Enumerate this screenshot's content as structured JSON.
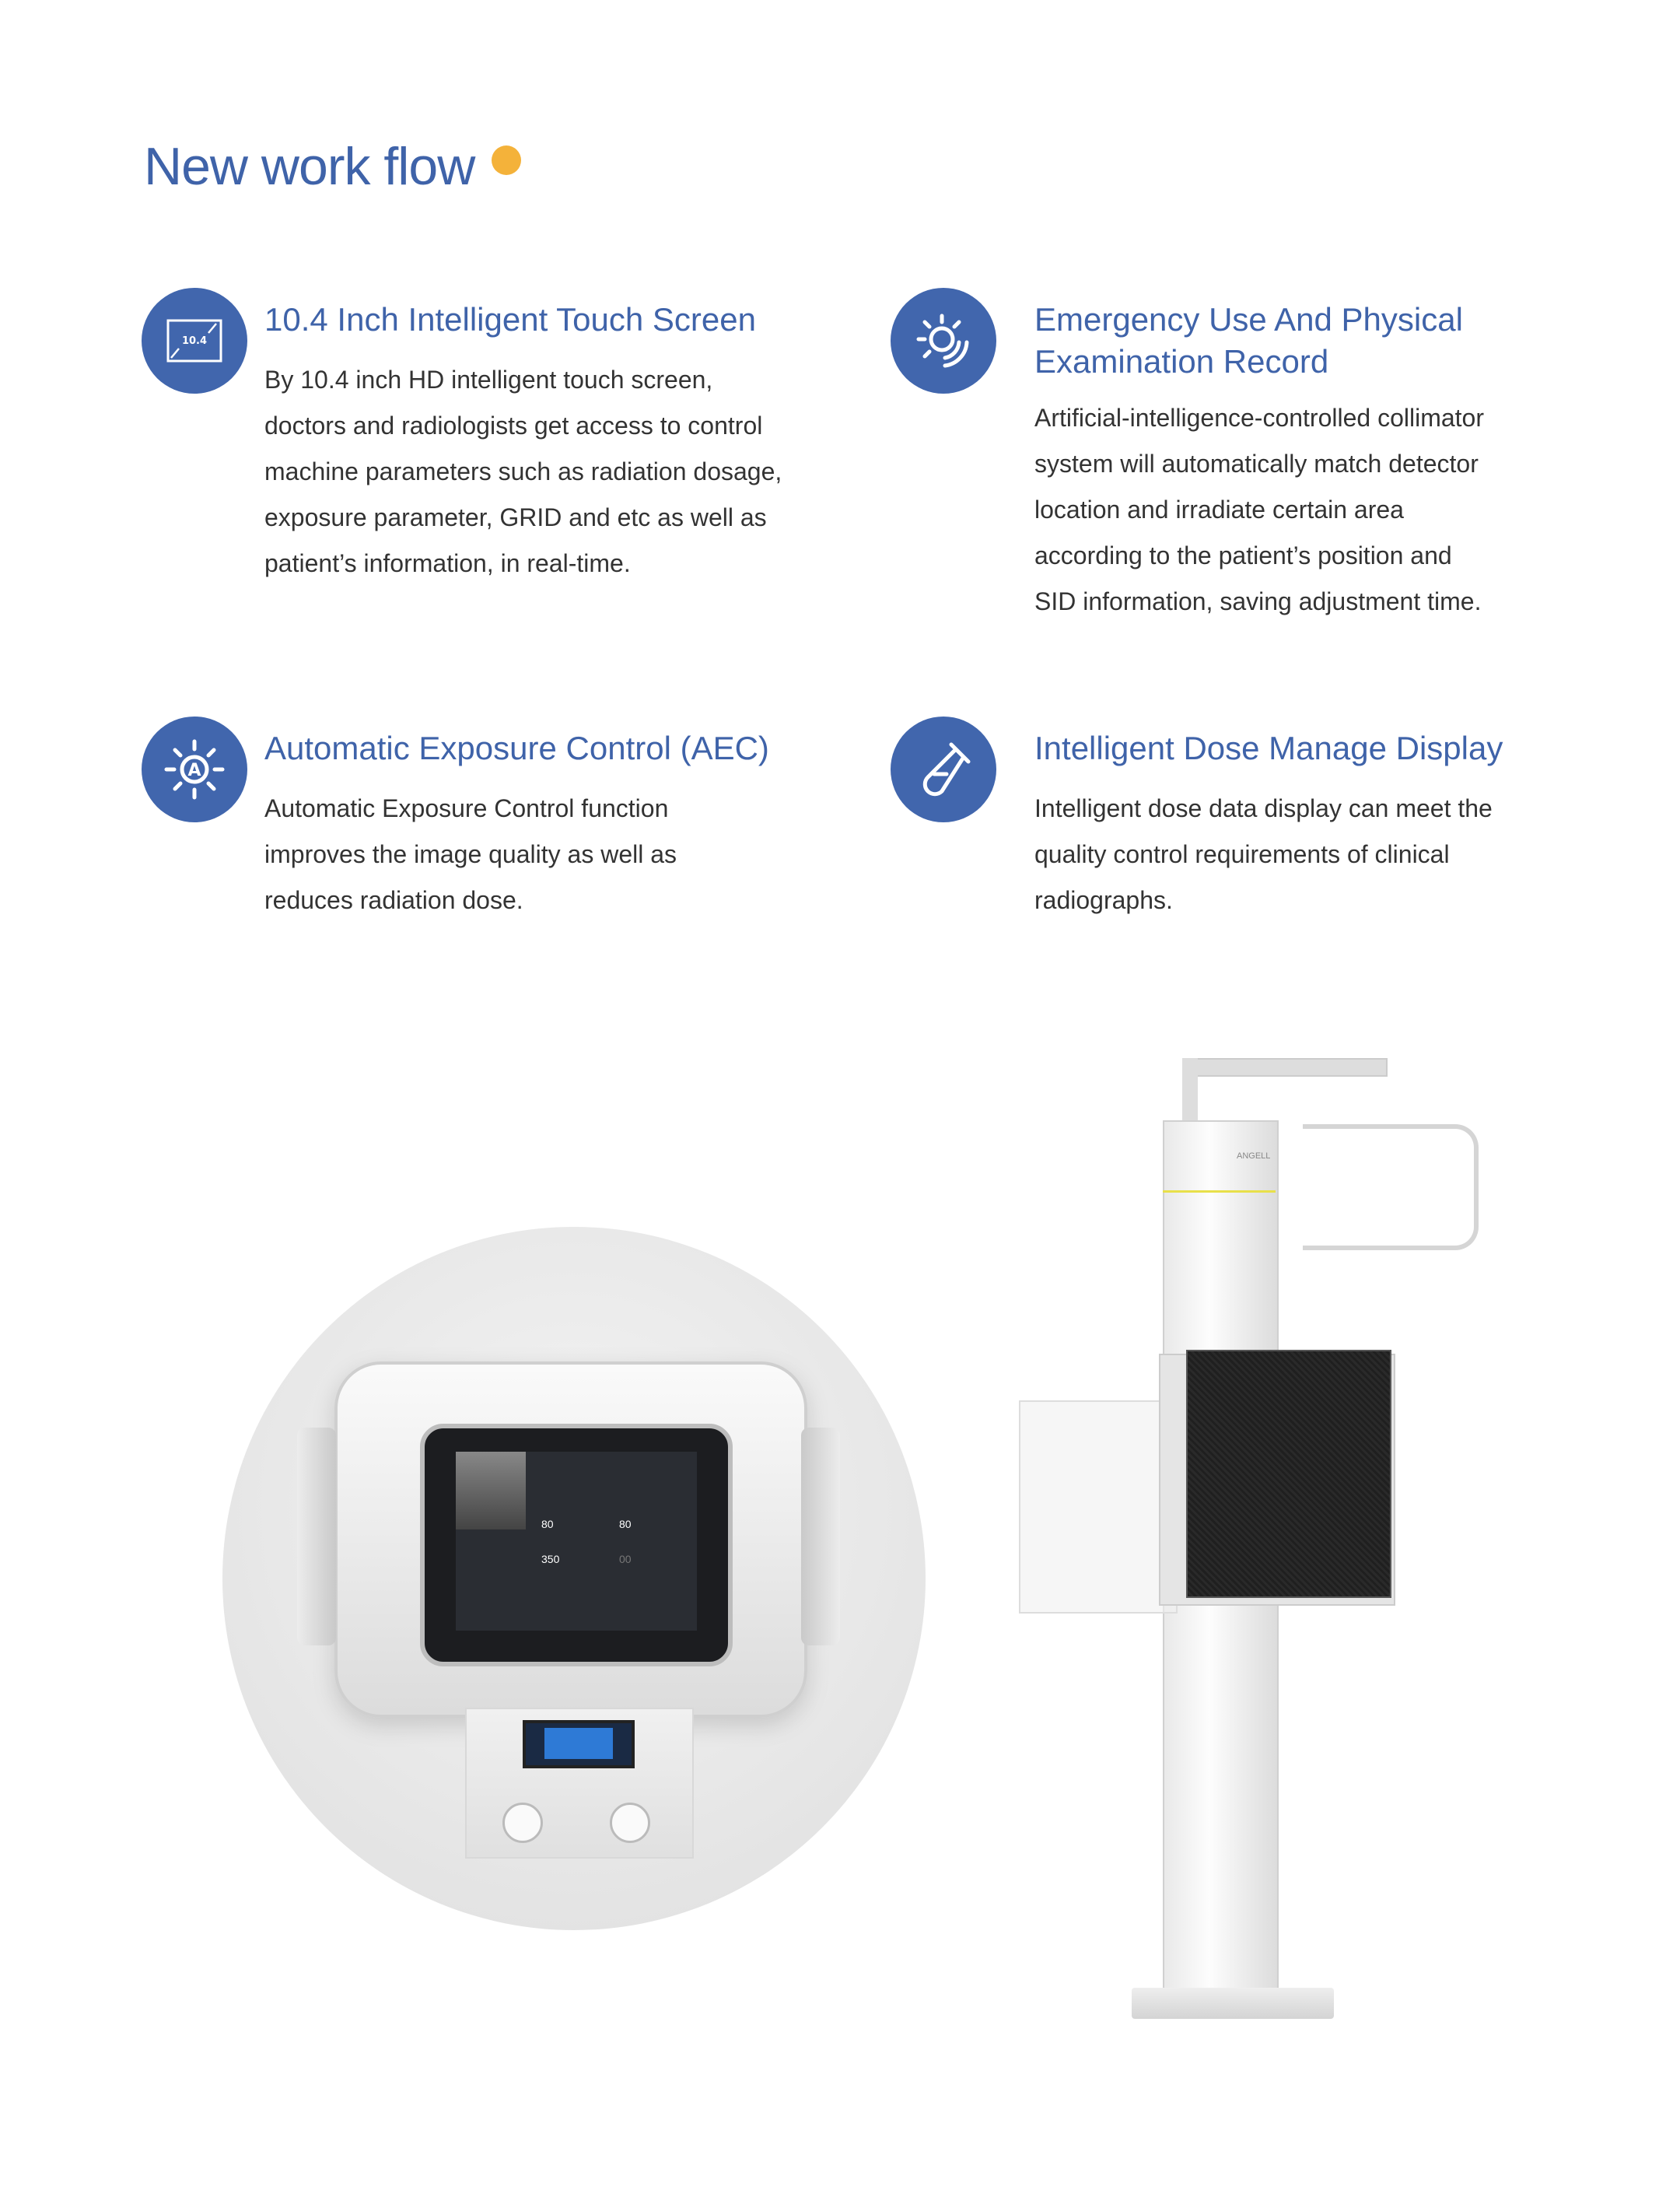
{
  "page_title": "New work flow",
  "accent_color": "#3f63a9",
  "dot_color": "#f4b23a",
  "features": [
    {
      "icon": "touch-screen-icon",
      "icon_label": "10.4",
      "title": "10.4 Inch Intelligent Touch Screen",
      "lines": [
        "By 10.4 inch HD intelligent touch screen,",
        "doctors and radiologists get access to control",
        "machine parameters such as radiation dosage,",
        "exposure parameter, GRID and etc as well as",
        "patient’s information, in real-time."
      ]
    },
    {
      "icon": "radiation-sun-icon",
      "title_lines": [
        "Emergency Use And Physical",
        "Examination Record"
      ],
      "lines": [
        "Artificial-intelligence-controlled collimator",
        "system will automatically match detector",
        "location and irradiate certain area",
        "according to the patient’s position and",
        "SID information, saving adjustment time."
      ]
    },
    {
      "icon": "aec-sun-icon",
      "title": "Automatic Exposure Control (AEC)",
      "lines": [
        "Automatic Exposure Control function",
        "improves the image quality as well as",
        "reduces radiation dose."
      ]
    },
    {
      "icon": "dose-tube-icon",
      "title": "Intelligent Dose Manage Display",
      "lines": [
        "Intelligent dose data display can meet the",
        "quality control requirements of clinical",
        "radiographs."
      ]
    }
  ],
  "product": {
    "logo": "ANGELL",
    "screen_values": [
      "80",
      "80",
      "350",
      "00"
    ]
  }
}
